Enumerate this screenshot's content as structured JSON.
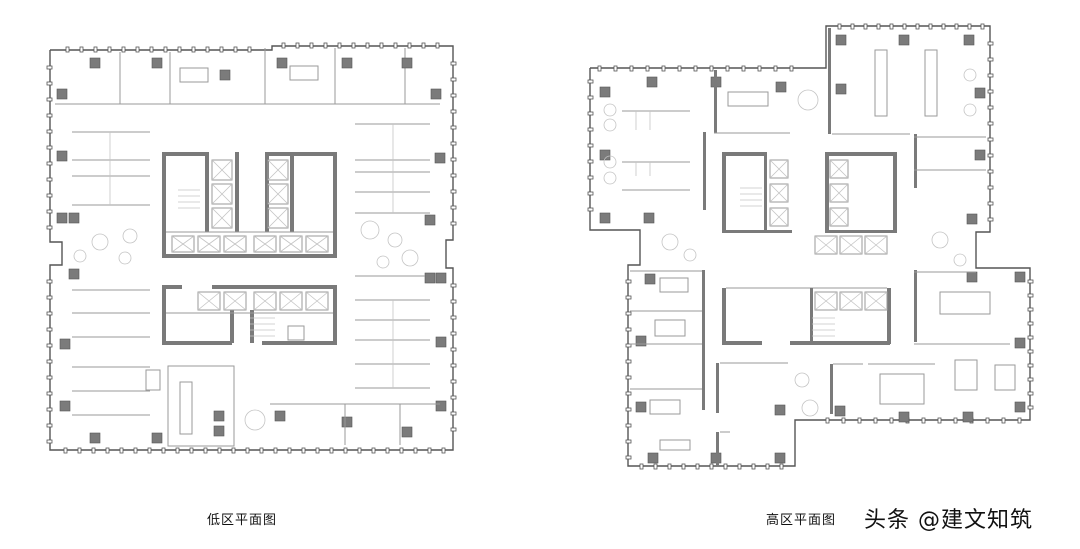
{
  "plans": [
    {
      "id": "low-zone",
      "caption": "低区平面图",
      "column_color": "#7b7b7b",
      "wall_color": "#7a7a7a"
    },
    {
      "id": "high-zone",
      "caption": "高区平面图",
      "column_color": "#7b7b7b",
      "wall_color": "#7a7a7a"
    }
  ],
  "watermark": {
    "text": "头条 @建文知筑"
  },
  "colors": {
    "background": "#ffffff",
    "wall": "#7a7a7a",
    "line": "#9a9a9a",
    "text": "#111111"
  }
}
